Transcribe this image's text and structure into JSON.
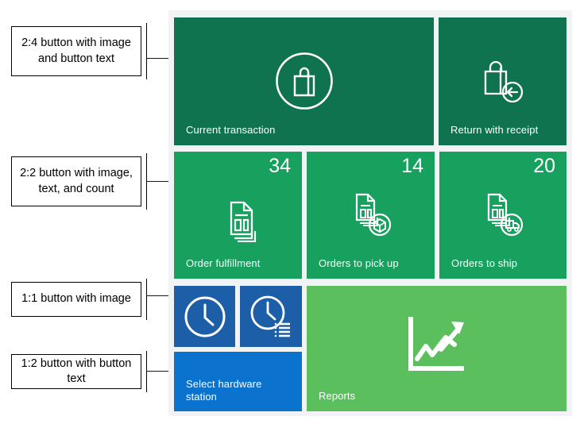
{
  "page": {
    "background": "#ffffff",
    "panel_background": "#f1f3f4"
  },
  "annotations": [
    {
      "id": "ann-2-4",
      "lines": "2:4 button with\nimage and\nbutton text",
      "target": "current-transaction"
    },
    {
      "id": "ann-2-2",
      "lines": "2:2 button with\nimage, text, and\ncount",
      "target": "order-fulfillment"
    },
    {
      "id": "ann-1-1",
      "lines": "1:1 button with\nimage",
      "target": "show-journal"
    },
    {
      "id": "ann-1-2",
      "lines": "1:2 button with\nbutton text",
      "target": "select-hardware-station"
    }
  ],
  "tiles": [
    {
      "id": "current-transaction",
      "label": "Current transaction",
      "count": "",
      "size": "2:4",
      "color": "#0f7350",
      "icon": "shopping-bag-circle-icon"
    },
    {
      "id": "return-with-receipt",
      "label": "Return with receipt",
      "count": "",
      "size": "2:2",
      "color": "#0f7350",
      "icon": "shopping-bag-return-icon"
    },
    {
      "id": "order-fulfillment",
      "label": "Order fulfillment",
      "count": "34",
      "size": "2:2",
      "color": "#18a05e",
      "icon": "documents-icon"
    },
    {
      "id": "orders-to-pick-up",
      "label": "Orders to pick up",
      "count": "14",
      "size": "2:2",
      "color": "#18a05e",
      "icon": "documents-package-icon"
    },
    {
      "id": "orders-to-ship",
      "label": "Orders to ship",
      "count": "20",
      "size": "2:2",
      "color": "#18a05e",
      "icon": "documents-truck-icon"
    },
    {
      "id": "show-journal",
      "label": "",
      "count": "",
      "size": "1:1",
      "color": "#1c5ea7",
      "icon": "clock-icon"
    },
    {
      "id": "time-clock-entries",
      "label": "",
      "count": "",
      "size": "1:1",
      "color": "#1c5ea7",
      "icon": "clock-list-icon"
    },
    {
      "id": "select-hardware-station",
      "label": "Select hardware\nstation",
      "count": "",
      "size": "1:2",
      "color": "#0b72ce",
      "icon": ""
    },
    {
      "id": "reports",
      "label": "Reports",
      "count": "",
      "size": "3:2",
      "color": "#5cbf5e",
      "icon": "growth-chart-icon"
    }
  ]
}
